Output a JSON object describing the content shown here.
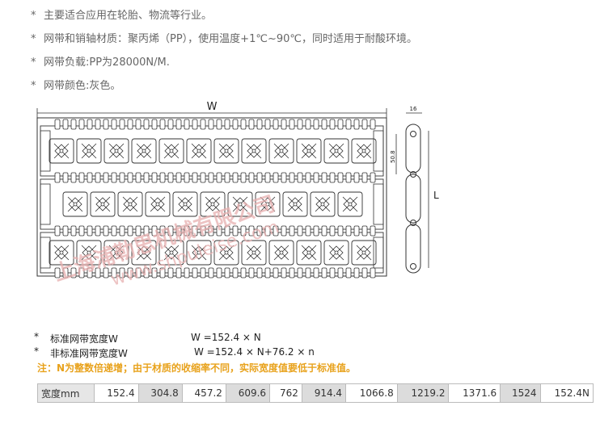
{
  "bullets": [
    {
      "star": "*",
      "text": "主要适合应用在轮胎、物流等行业。"
    },
    {
      "star": "*",
      "text": "网带和销轴材质：聚丙烯（PP），使用温度+1℃~90℃，同时适用于耐酸环境。"
    },
    {
      "star": "*",
      "text": "网带负载:PP为28000N/M."
    },
    {
      "star": "*",
      "text": "网带颜色:灰色。"
    }
  ],
  "drawing": {
    "width_label": "W",
    "side_top_dim": "16",
    "side_pitch_dim": "50.8",
    "side_length_label": "L",
    "watermark_line1": "上海浦勒思机械有限公司",
    "watermark_line2": "www.shpuleise.com"
  },
  "specs": {
    "standard_star": "*",
    "standard_label": "标准网带宽度W",
    "standard_formula": "W =152.4 × N",
    "nonstandard_star": "*",
    "nonstandard_label": "非标准网带宽度W",
    "nonstandard_formula": "W =152.4 × N+76.2 × n"
  },
  "note": "注：N为整数倍递增；由于材质的收缩率不同，实际宽度值要低于标准值。",
  "width_table": {
    "header": "宽度mm",
    "values": [
      "152.4",
      "304.8",
      "457.2",
      "609.6",
      "762",
      "914.4",
      "1066.8",
      "1219.2",
      "1371.6",
      "1524",
      "152.4N"
    ]
  },
  "colors": {
    "watermark": "#e8b0b0",
    "note": "#e8a21c",
    "line": "#333333"
  }
}
